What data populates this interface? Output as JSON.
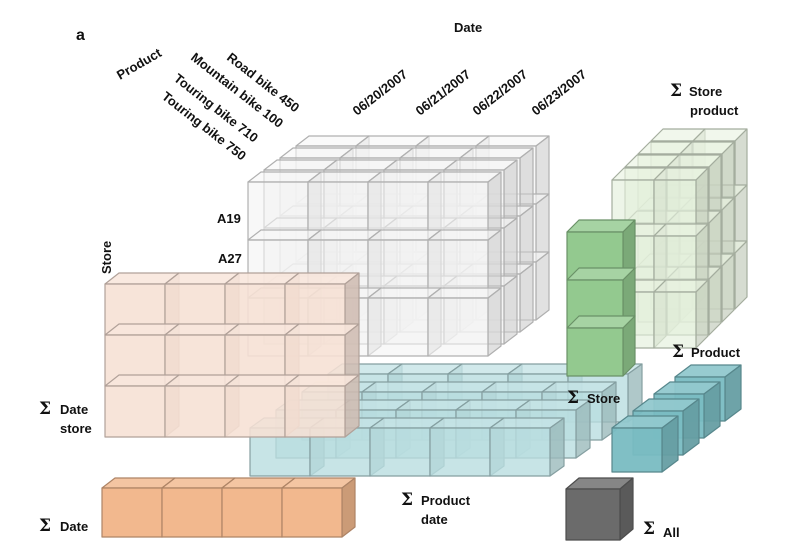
{
  "panel_label": "a",
  "dimensions": {
    "date_title": "Date",
    "product_title": "Product",
    "store_title": "Store"
  },
  "dates": [
    "06/20/2007",
    "06/21/2007",
    "06/22/2007",
    "06/23/2007"
  ],
  "products": [
    "Road bike 450",
    "Mountain bike 100",
    "Touring bike 710",
    "Touring bike 750"
  ],
  "stores": [
    "A19",
    "A27"
  ],
  "aggregates": {
    "symbol": "Σ",
    "store_product": [
      "Store",
      "product"
    ],
    "product": "Product",
    "date_store": [
      "Date",
      "store"
    ],
    "store": "Store",
    "product_date": [
      "Product",
      "date"
    ],
    "date": "Date",
    "all": "All"
  },
  "colors": {
    "main_cube": "#f4f4f4",
    "store_product": "#e4f0dc",
    "store": "#93c98f",
    "product": "#79bcc2",
    "date_store": "#f6e0d4",
    "product_date": "#b9dde0",
    "date": "#f2b88e",
    "all": "#6b6b6b"
  }
}
